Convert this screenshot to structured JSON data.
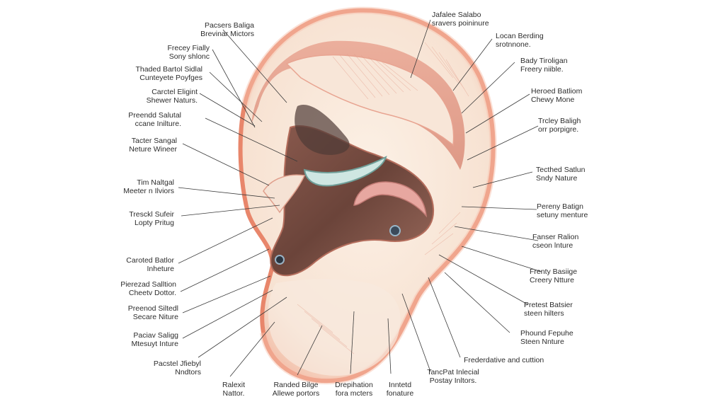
{
  "diagram": {
    "labels": [
      {
        "id": "l1",
        "lines": [
          "Pacsers Baliga",
          "Brevinar Mictors"
        ]
      },
      {
        "id": "l2",
        "lines": [
          "Frecey Fially",
          "Sony shlonc"
        ]
      },
      {
        "id": "l3",
        "lines": [
          "Thaded Bartol Sidlal",
          "Cunteyete Poyfges"
        ]
      },
      {
        "id": "l4",
        "lines": [
          "Carctel Eligint",
          "Shewer Naturs."
        ]
      },
      {
        "id": "l5",
        "lines": [
          "Preendd Salutal",
          "ccane Inilture."
        ]
      },
      {
        "id": "l6",
        "lines": [
          "Tacter Sangal",
          "Neture Wineer"
        ]
      },
      {
        "id": "l7",
        "lines": [
          "Tim Naltgal",
          "Meeter n Ilviors"
        ]
      },
      {
        "id": "l8",
        "lines": [
          "Tresckl Sufeir",
          "Lopty Pritug"
        ]
      },
      {
        "id": "l9",
        "lines": [
          "Caroted Batlor",
          "Inheture"
        ]
      },
      {
        "id": "l10",
        "lines": [
          "Pierezad Salltion",
          "Cheetv Dottor."
        ]
      },
      {
        "id": "l11",
        "lines": [
          "Preenod Siltedl",
          "Secare Niture"
        ]
      },
      {
        "id": "l12",
        "lines": [
          "Paciav Saligg",
          "Mtesuyt Inture"
        ]
      },
      {
        "id": "l13",
        "lines": [
          "Pacstel Jfiebyl",
          "Nndtors"
        ]
      },
      {
        "id": "l14",
        "lines": [
          "Ralexit",
          "Nattor."
        ]
      },
      {
        "id": "l15",
        "lines": [
          "Randed Bilge",
          "Allewe portors"
        ]
      },
      {
        "id": "l16",
        "lines": [
          "Drepihation",
          "fora mcters"
        ]
      },
      {
        "id": "l17",
        "lines": [
          "Inntetd",
          "fonature"
        ]
      },
      {
        "id": "l18",
        "lines": [
          "TancPat Inlecial",
          "Postay Inltors."
        ]
      },
      {
        "id": "l19",
        "lines": [
          "Frederdative and cuttion"
        ]
      },
      {
        "id": "l20",
        "lines": [
          "Phound Fepuhe",
          "Steen Nnture"
        ]
      },
      {
        "id": "l21",
        "lines": [
          "Pretest Batsier",
          "steen hilters"
        ]
      },
      {
        "id": "l22",
        "lines": [
          "Frenty Basiige",
          "Creery Ntture"
        ]
      },
      {
        "id": "l23",
        "lines": [
          "Fanser Ralion",
          "cseon lnture"
        ]
      },
      {
        "id": "l24",
        "lines": [
          "Pereny Batign",
          "setuny menture"
        ]
      },
      {
        "id": "l25",
        "lines": [
          "Tecthed Satlun",
          "Sndy Nature"
        ]
      },
      {
        "id": "l26",
        "lines": [
          "Trcley Baligh",
          "orr porpigre."
        ]
      },
      {
        "id": "l27",
        "lines": [
          "Heroed Batliom",
          "Chewy Mone"
        ]
      },
      {
        "id": "l28",
        "lines": [
          "Bady Tiroligan",
          "Freery niible."
        ]
      },
      {
        "id": "l29",
        "lines": [
          "Locan Berding",
          "srotnnone."
        ]
      },
      {
        "id": "l30",
        "lines": [
          "Jafalee Salabo",
          "sravers poininure"
        ]
      }
    ]
  }
}
